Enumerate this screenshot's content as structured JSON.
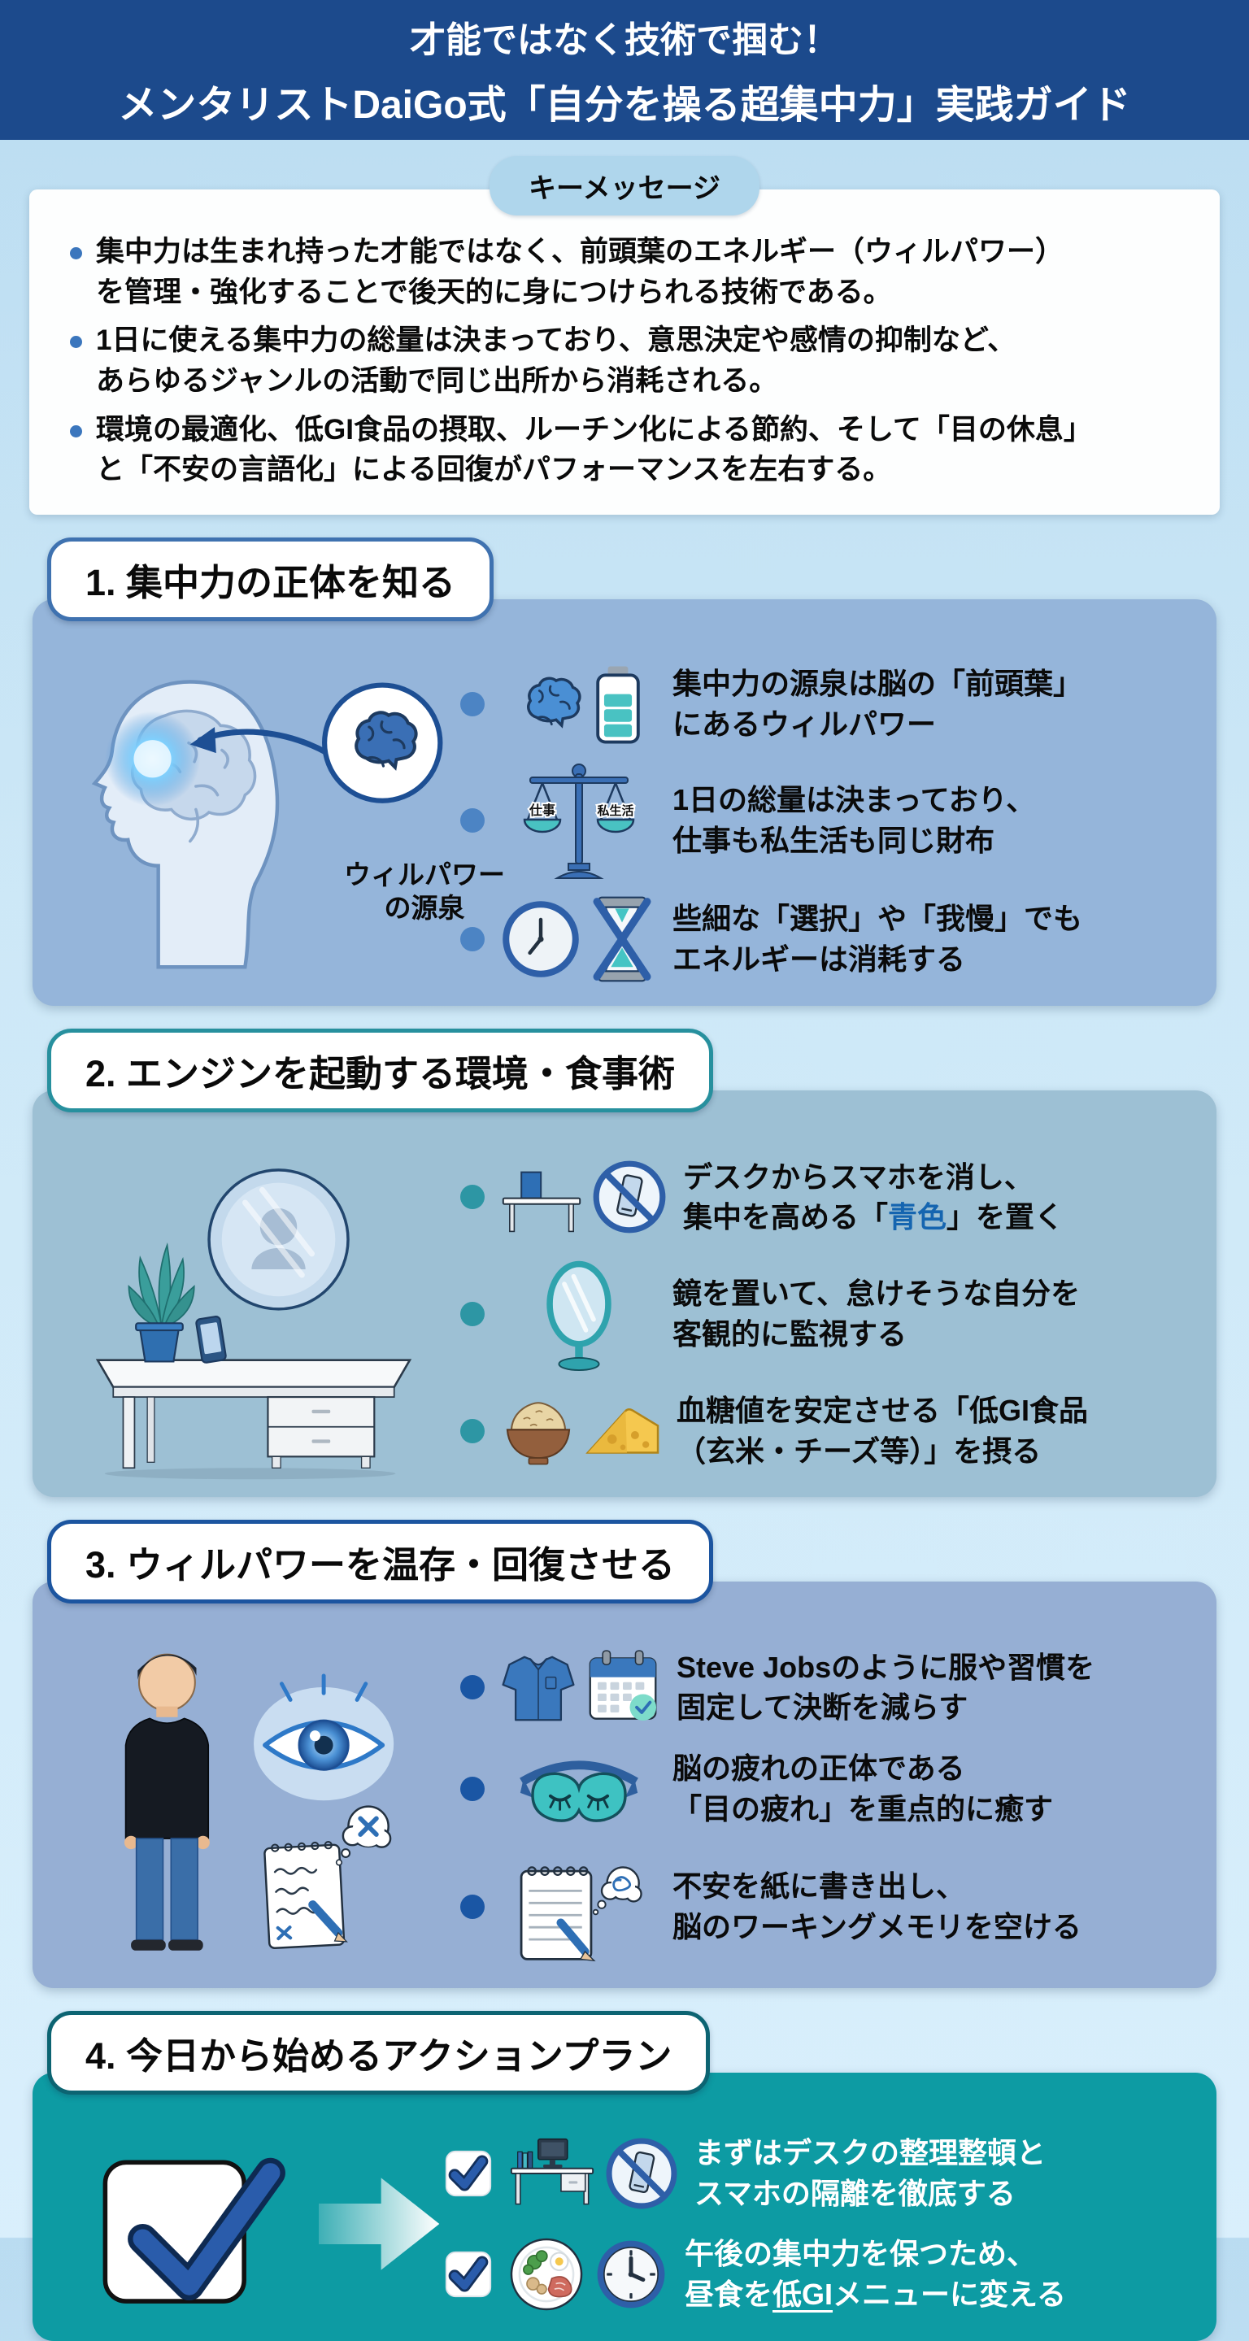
{
  "colors": {
    "header_bg": "#1c4a8c",
    "panel1_bg": "#95b5da",
    "panel2_bg": "#9dc0d4",
    "panel3_bg": "#96afd4",
    "panel4_bg": "#0d9ba3",
    "accent_blue_text": "#1565b0",
    "key_pill_bg": "#afd6ec"
  },
  "header": {
    "line1": "才能ではなく技術で掴む！",
    "line2": "メンタリストDaiGo式「自分を操る超集中力」実践ガイド"
  },
  "key_message": {
    "label": "キーメッセージ",
    "bullets": [
      {
        "l1": "集中力は生まれ持った才能ではなく、前頭葉のエネルギー（ウィルパワー）",
        "l2": "を管理・強化することで後天的に身につけられる技術である。"
      },
      {
        "l1": "1日に使える集中力の総量は決まっており、意思決定や感情の抑制など、",
        "l2": "あらゆるジャンルの活動で同じ出所から消耗される。"
      },
      {
        "l1": "環境の最適化、低GI食品の摂取、ルーチン化による節約、そして「目の休息」",
        "l2": "と「不安の言語化」による回復がパフォーマンスを左右する。"
      }
    ]
  },
  "section1": {
    "title": "1. 集中力の正体を知る",
    "callout": {
      "l1": "ウィルパワー",
      "l2": "の源泉"
    },
    "items": [
      {
        "icons": "brain-icon battery-icon",
        "l1": "集中力の源泉は脳の「前頭葉」",
        "l2": "にあるウィルパワー"
      },
      {
        "icons": "balance-scale-icon",
        "scale_left": "仕事",
        "scale_right": "私生活",
        "l1": "1日の総量は決まっており、",
        "l2": "仕事も私生活も同じ財布"
      },
      {
        "icons": "clock-icon hourglass-icon",
        "l1": "些細な「選択」や「我慢」でも",
        "l2": "エネルギーは消耗する"
      }
    ]
  },
  "section2": {
    "title": "2. エンジンを起動する環境・食事術",
    "items": [
      {
        "icons": "desk-icon no-phone-icon",
        "l1": "デスクからスマホを消し、",
        "l2_pre": "集中を高める「",
        "l2_accent": "青色",
        "l2_post": "」を置く"
      },
      {
        "icons": "mirror-icon",
        "l1": "鏡を置いて、怠けそうな自分を",
        "l2": "客観的に監視する"
      },
      {
        "icons": "rice-bowl-icon cheese-icon",
        "l1": "血糖値を安定させる「低GI食品",
        "l2": "（玄米・チーズ等）」を摂る"
      }
    ]
  },
  "section3": {
    "title": "3. ウィルパワーを温存・回復させる",
    "items": [
      {
        "icons": "shirt-icon calendar-icon",
        "l1": "Steve Jobsのように服や習慣を",
        "l2": "固定して決断を減らす"
      },
      {
        "icons": "sleep-mask-icon",
        "l1": "脳の疲れの正体である",
        "l2": "「目の疲れ」を重点的に癒す"
      },
      {
        "icons": "notepad-icon thought-bubble-icon",
        "l1": "不安を紙に書き出し、",
        "l2": "脳のワーキングメモリを空ける"
      }
    ]
  },
  "section4": {
    "title": "4. 今日から始めるアクションプラン",
    "items": [
      {
        "icons": "checkbox-icon desk-computer-icon no-phone-icon",
        "l1": "まずはデスクの整理整頓と",
        "l2": "スマホの隔離を徹底する"
      },
      {
        "icons": "checkbox-icon meal-plate-icon clock-icon",
        "l1": "午後の集中力を保つため、",
        "l2_pre": "昼食を",
        "l2_underline": "低GI",
        "l2_post": "メニューに変える"
      }
    ]
  }
}
